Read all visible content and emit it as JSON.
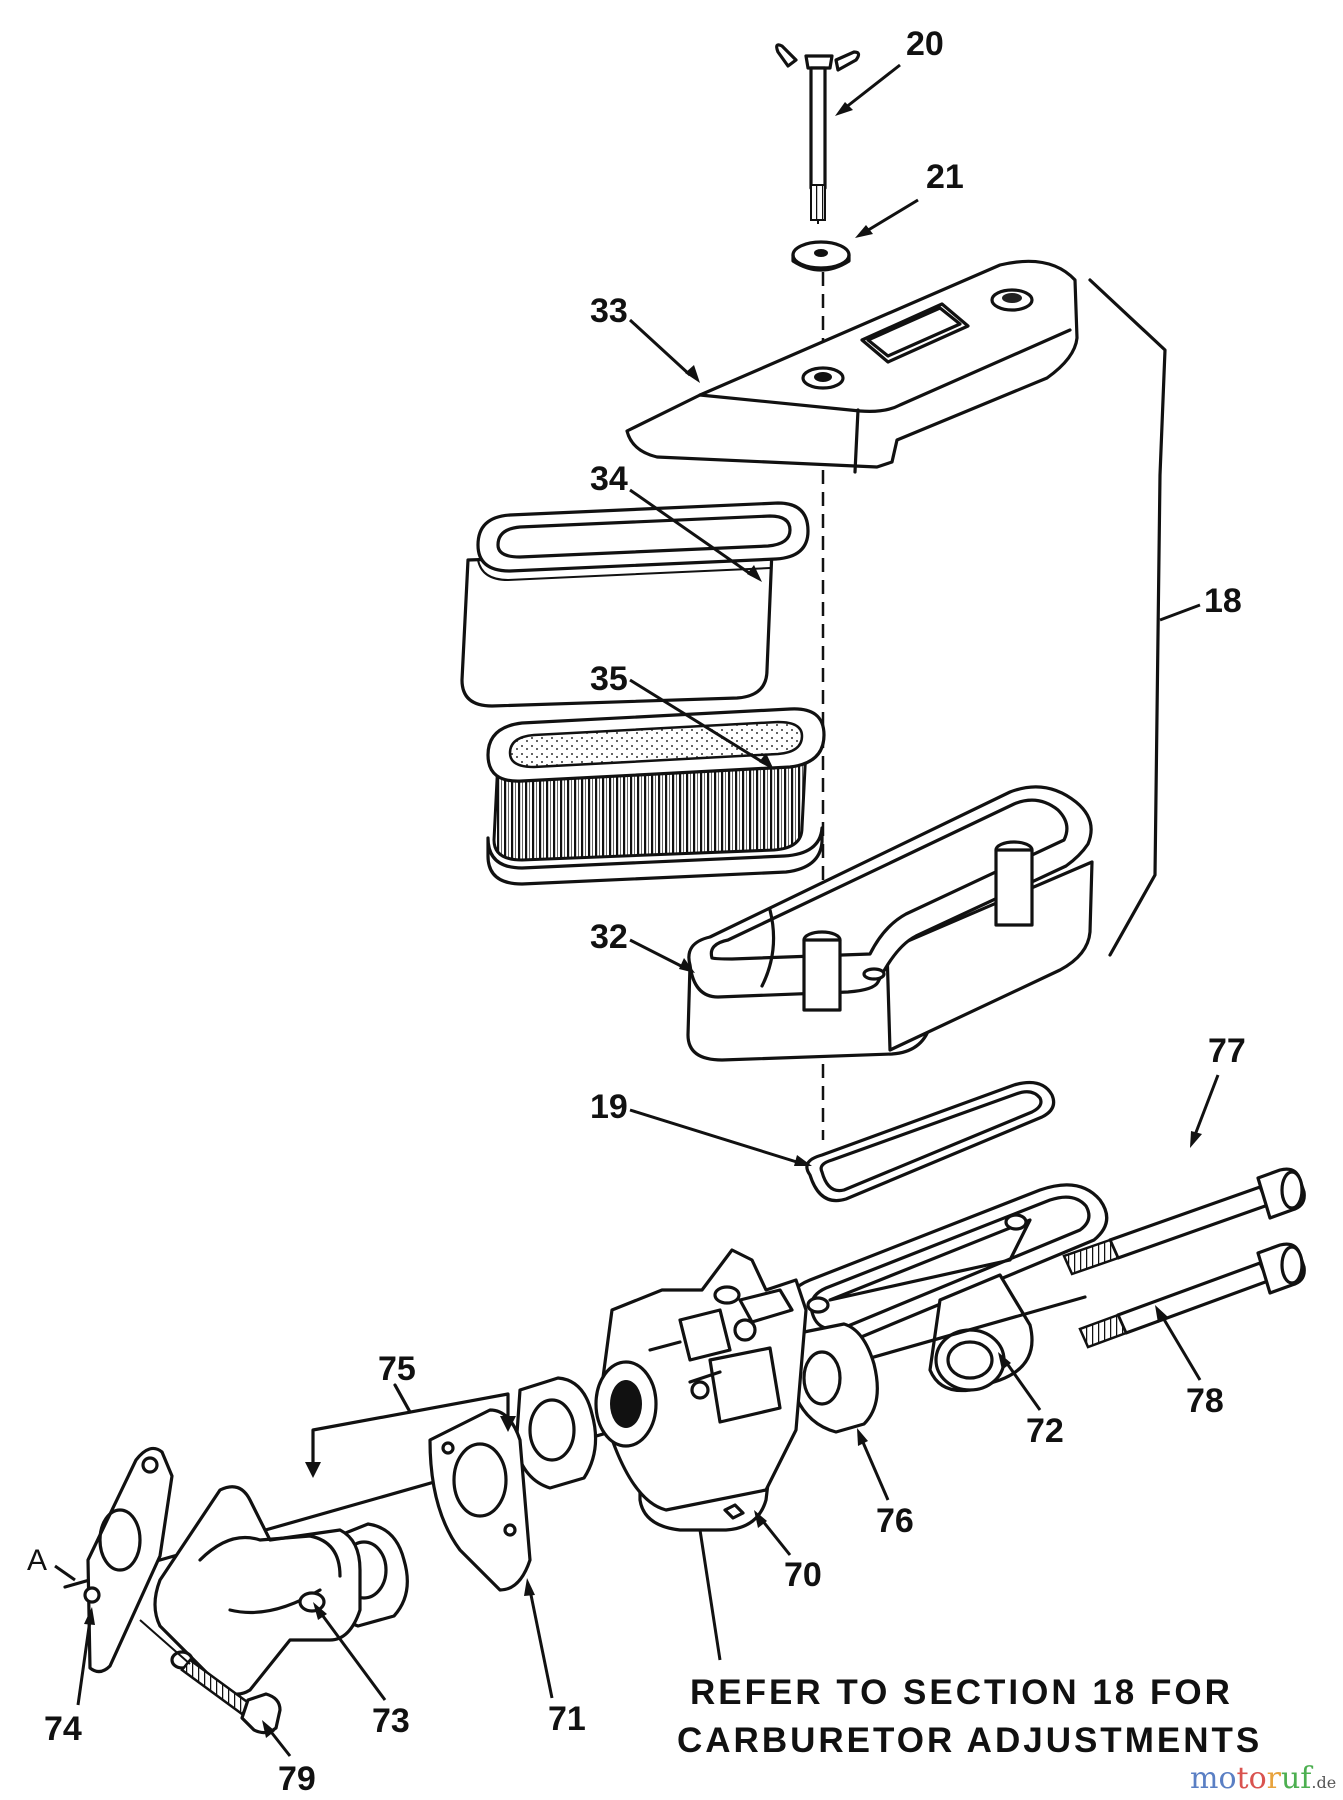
{
  "callouts": {
    "c20": "20",
    "c21": "21",
    "c33": "33",
    "c34": "34",
    "c35": "35",
    "c18": "18",
    "c32": "32",
    "c19": "19",
    "c77": "77",
    "c78": "78",
    "c72": "72",
    "c75": "75",
    "c76": "76",
    "c70": "70",
    "cA": "A",
    "c74": "74",
    "c73": "73",
    "c71": "71",
    "c79": "79"
  },
  "note": {
    "line1": "REFER TO SECTION 18 FOR",
    "line2": "CARBURETOR ADJUSTMENTS"
  },
  "watermark": {
    "brand": "motoruf",
    "suffix": ".de",
    "colors": [
      "#5a7fc4",
      "#d9534f",
      "#e8a33d",
      "#4caf50"
    ]
  }
}
